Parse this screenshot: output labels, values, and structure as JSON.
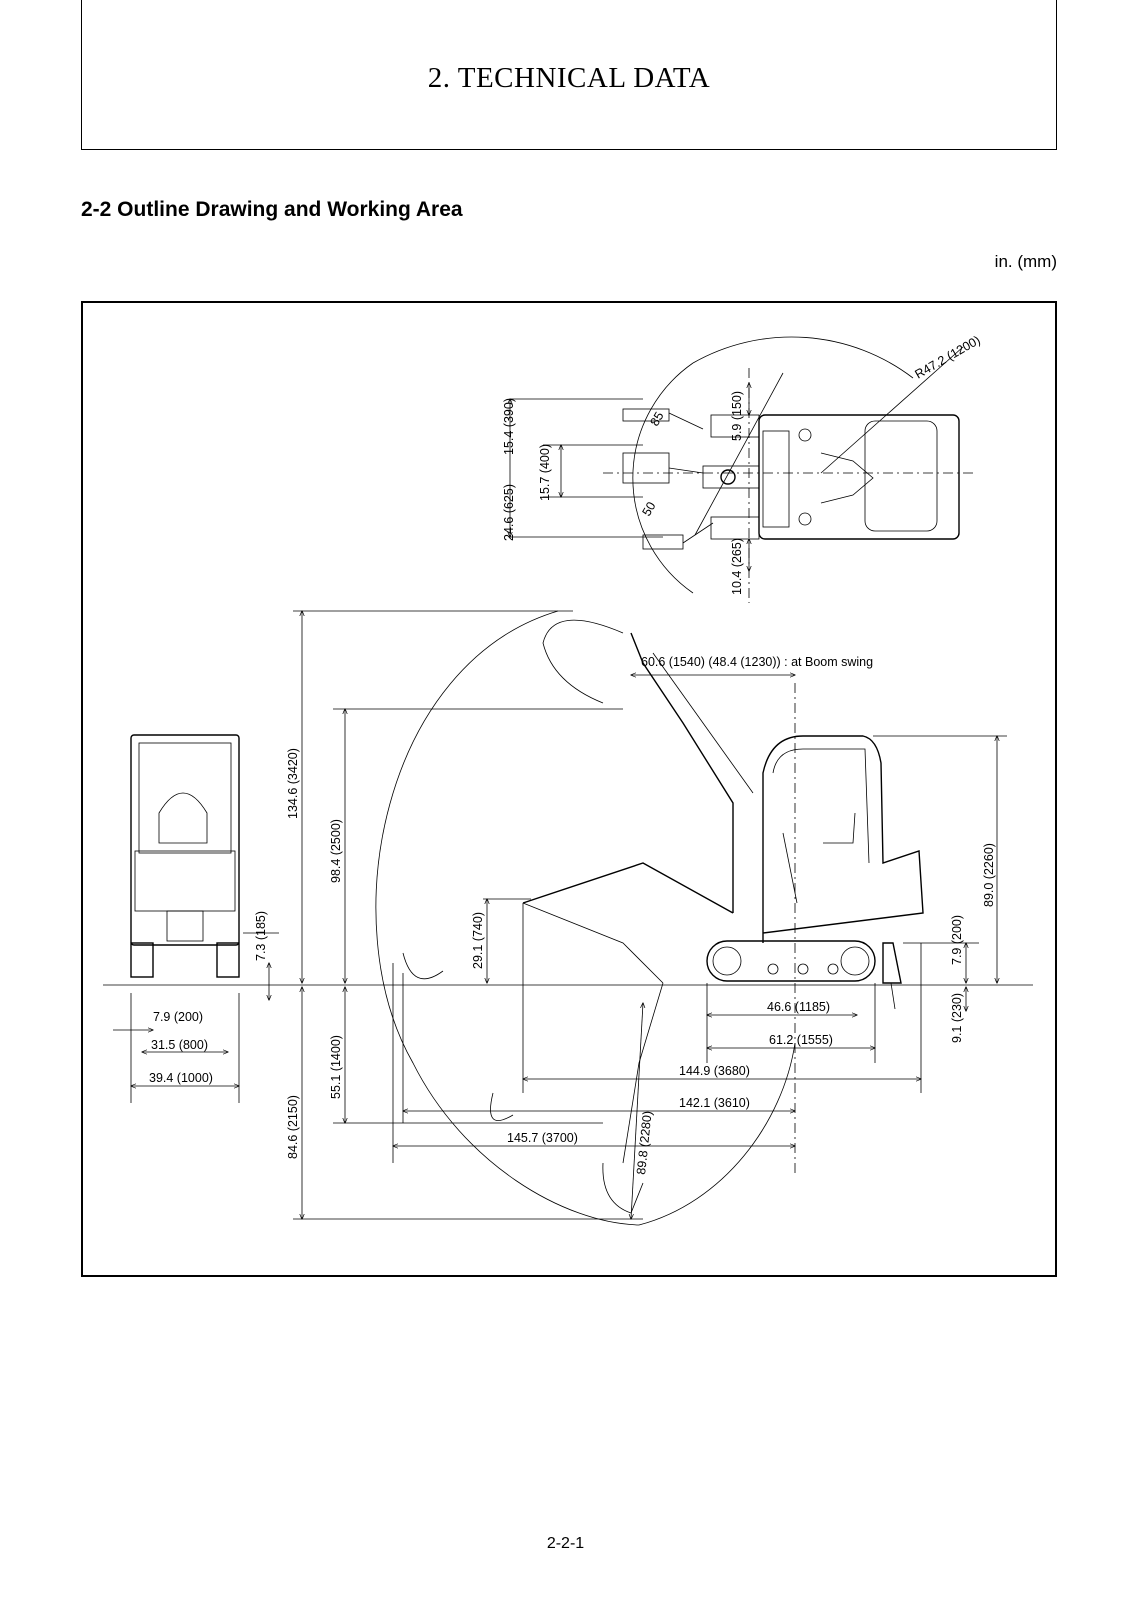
{
  "header": {
    "title": "2. TECHNICAL DATA"
  },
  "section": {
    "heading": "2-2  Outline Drawing and Working Area"
  },
  "units_note": "in. (mm)",
  "drawing": {
    "top_view": {
      "radius": "R47.2 (1200)",
      "offset_top": "5.9 (150)",
      "angle_left": "85",
      "angle_right": "50",
      "overall_width": "24.6 (625)",
      "upper_width": "15.4 (390)",
      "bucket_width": "15.7 (400)",
      "offset_bottom": "10.4 (265)"
    },
    "front_view": {
      "ground_clearance": "7.3 (185)",
      "track_shoe": "7.9 (200)",
      "track_gauge": "31.5 (800)",
      "overall_width": "39.4 (1000)"
    },
    "side_view": {
      "boom_swing": "60.6 (1540) (48.4 (1230)) : at Boom swing",
      "max_cutting_height": "134.6 (3420)",
      "max_dumping_height": "98.4 (2500)",
      "min_swing_height": "29.1 (740)",
      "max_depth_vertical": "55.1 (1400)",
      "max_digging_depth": "84.6 (2150)",
      "overall_height": "89.0 (2260)",
      "blade_height": "7.9 (200)",
      "blade_depth": "9.1 (230)",
      "track_length": "46.6 (1185)",
      "undercarriage_length": "61.2 (1555)",
      "overall_length": "144.9 (3680)",
      "max_reach_ground": "142.1 (3610)",
      "max_reach": "145.7 (3700)",
      "max_depth_diagonal": "89.8 (2280)"
    }
  },
  "page_number": "2-2-1"
}
